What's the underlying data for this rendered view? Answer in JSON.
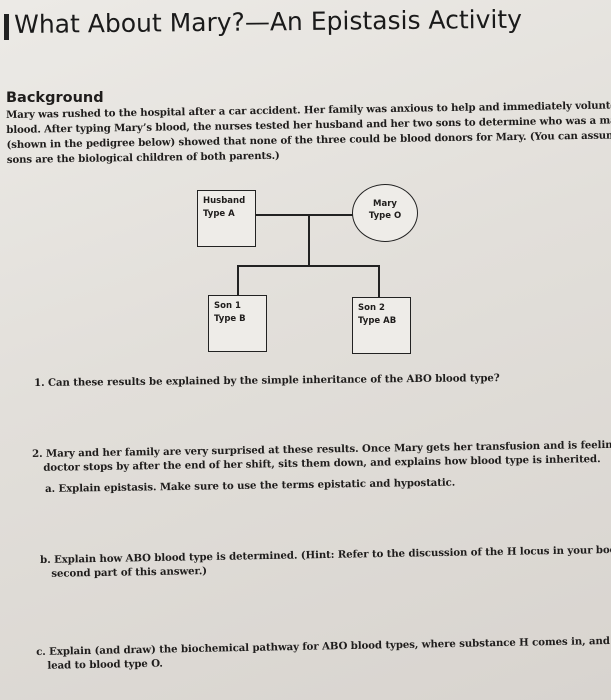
{
  "title": "What About Mary?—An Epistasis Activity",
  "background": {
    "heading": "Background",
    "lines": [
      "Mary was rushed to the hospital after a car accident. Her family was anxious to help and immediately volunteered to donat",
      "blood. After typing Mary’s blood, the nurses tested her husband and her two sons to determine who was a match. Results",
      "(shown in the pedigree below) showed that none of the three could be blood donors for Mary. (You can assume both the",
      "sons are the biological children of both parents.)"
    ]
  },
  "pedigree": {
    "husband": {
      "name": "Husband",
      "type": "Type A"
    },
    "mary": {
      "name": "Mary",
      "type": "Type O"
    },
    "son1": {
      "name": "Son 1",
      "type": "Type B"
    },
    "son2": {
      "name": "Son 2",
      "type": "Type AB"
    }
  },
  "questions": {
    "q1": "1.  Can these results be explained by the simple inheritance of the ABO blood type?",
    "q2": [
      "2.  Mary and her family are very surprised at these results. Once Mary gets her transfusion and is feeling better, the ER",
      "doctor stops by after the end of her shift, sits them down, and explains how blood type is inherited."
    ],
    "qa": "a.  Explain epistasis. Make sure to use the terms epistatic and hypostatic.",
    "qb": [
      "b.  Explain how ABO blood type is determined. (Hint: Refer to the discussion of the H locus in your book for the",
      "second part of this answer.)"
    ],
    "qc": [
      "c.  Explain (and draw) the biochemical pathway for ABO blood types, where substance H comes in, and how it can",
      "lead to blood type O."
    ]
  }
}
